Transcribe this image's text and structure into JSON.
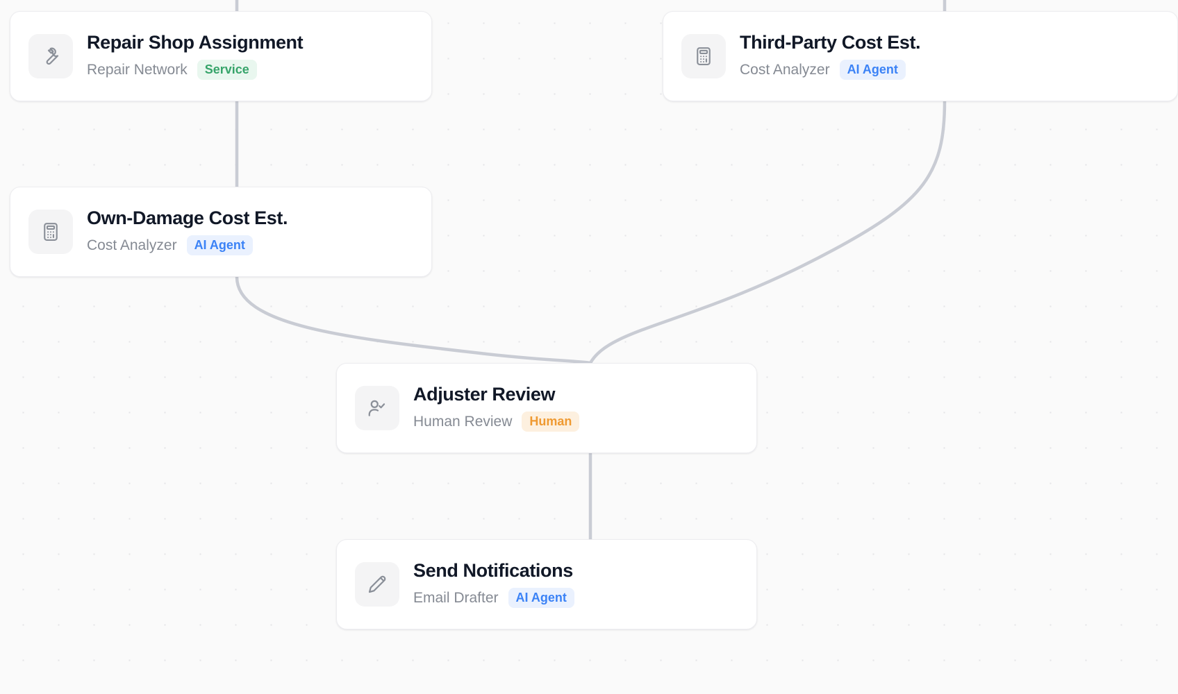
{
  "canvas": {
    "background_color": "#fafafa",
    "grid_dot_color": "#e4e4e7",
    "edge_color": "#c9ccd4"
  },
  "palette": {
    "service_badge_bg": "#e9f7ef",
    "service_badge_fg": "#36a46a",
    "ai_badge_bg": "#eaf1fe",
    "ai_badge_fg": "#3b82f6",
    "human_badge_bg": "#fdf0df",
    "human_badge_fg": "#ef9a32",
    "card_bg": "#ffffff",
    "card_border": "#ededf0",
    "title_color": "#111827",
    "subtitle_color": "#858a93",
    "icon_tile_bg": "#f4f4f5",
    "icon_color": "#8a8f98"
  },
  "nodes": [
    {
      "id": "repair-shop-assignment",
      "title": "Repair Shop Assignment",
      "subtitle": "Repair Network",
      "badge": "Service",
      "badge_kind": "service",
      "icon": "wrench-icon"
    },
    {
      "id": "third-party-cost-est",
      "title": "Third-Party Cost Est.",
      "subtitle": "Cost Analyzer",
      "badge": "AI Agent",
      "badge_kind": "ai",
      "icon": "calculator-icon"
    },
    {
      "id": "own-damage-cost-est",
      "title": "Own-Damage Cost Est.",
      "subtitle": "Cost Analyzer",
      "badge": "AI Agent",
      "badge_kind": "ai",
      "icon": "calculator-icon"
    },
    {
      "id": "adjuster-review",
      "title": "Adjuster Review",
      "subtitle": "Human Review",
      "badge": "Human",
      "badge_kind": "human",
      "icon": "user-check-icon"
    },
    {
      "id": "send-notifications",
      "title": "Send Notifications",
      "subtitle": "Email Drafter",
      "badge": "AI Agent",
      "badge_kind": "ai",
      "icon": "pen-icon"
    }
  ],
  "edges": [
    {
      "id": "edge-top-into-repair-shop",
      "from": "offscreen-above",
      "to": "repair-shop-assignment"
    },
    {
      "id": "edge-top-into-third-party",
      "from": "offscreen-above",
      "to": "third-party-cost-est"
    },
    {
      "id": "edge-repair-shop-to-own-damage",
      "from": "repair-shop-assignment",
      "to": "own-damage-cost-est"
    },
    {
      "id": "edge-own-damage-to-adjuster-review",
      "from": "own-damage-cost-est",
      "to": "adjuster-review"
    },
    {
      "id": "edge-third-party-to-adjuster-review",
      "from": "third-party-cost-est",
      "to": "adjuster-review"
    },
    {
      "id": "edge-adjuster-review-to-send-notifications",
      "from": "adjuster-review",
      "to": "send-notifications"
    }
  ]
}
